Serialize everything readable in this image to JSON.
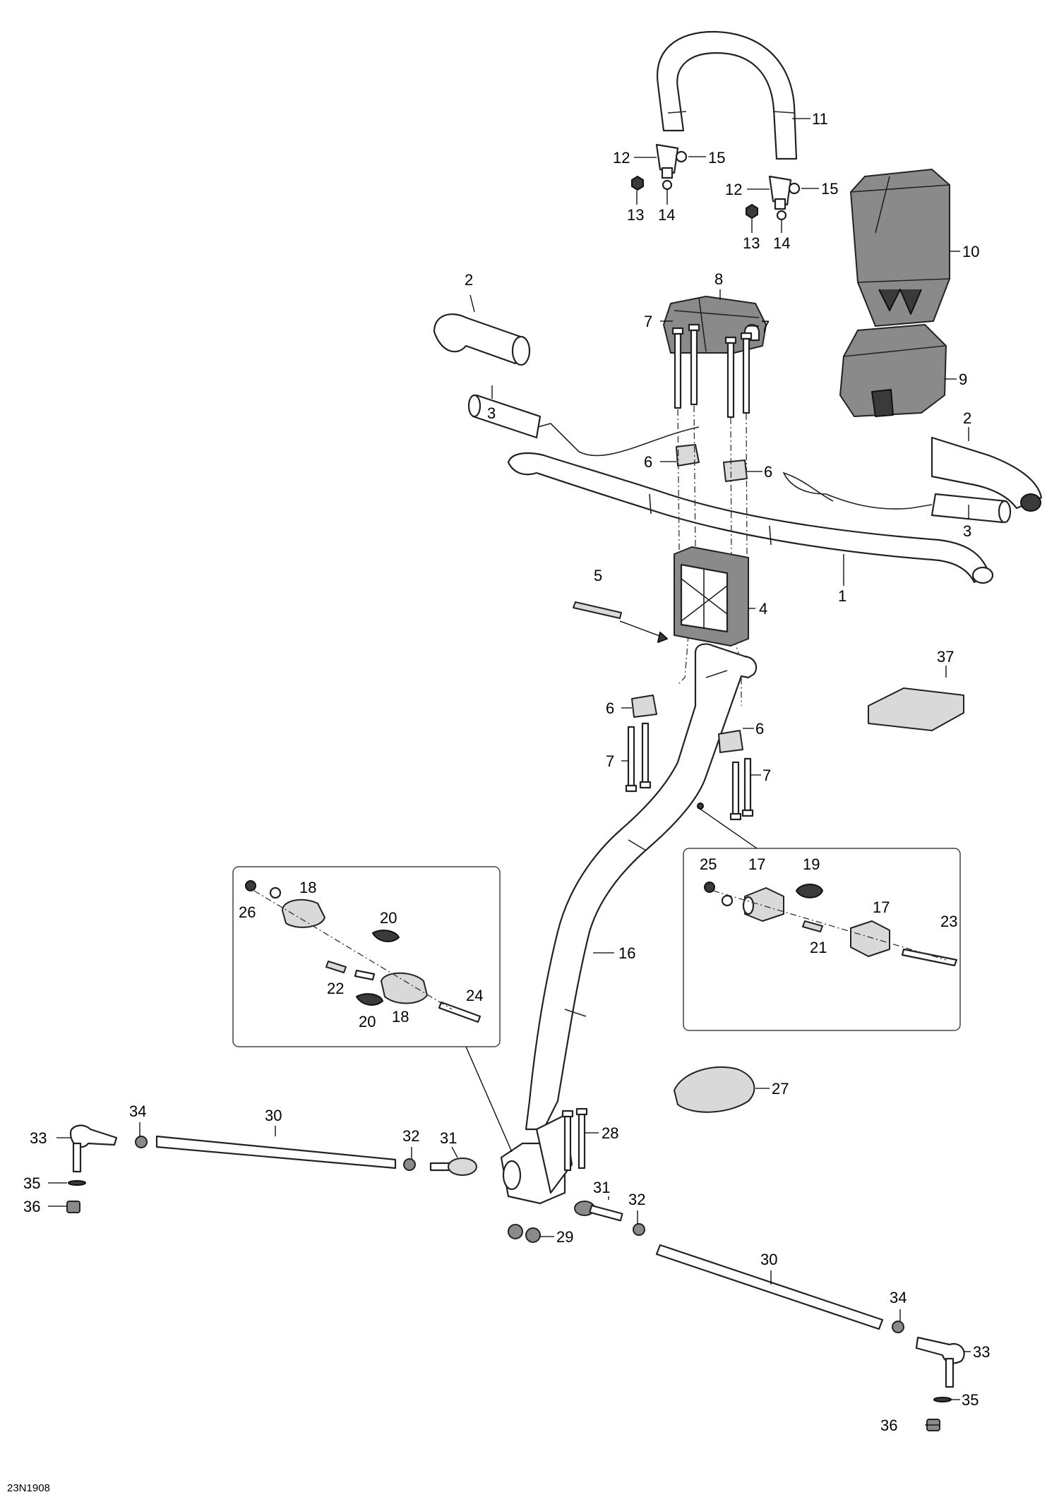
{
  "figure": {
    "reference_code": "23N1908"
  },
  "callouts": {
    "c1": "1",
    "c2a": "2",
    "c2b": "2",
    "c3a": "3",
    "c3b": "3",
    "c4": "4",
    "c5": "5",
    "c6a": "6",
    "c6b": "6",
    "c6c": "6",
    "c6d": "6",
    "c7a": "7",
    "c7b": "7",
    "c7c": "7",
    "c7d": "7",
    "c8": "8",
    "c9": "9",
    "c10": "10",
    "c11": "11",
    "c12a": "12",
    "c12b": "12",
    "c13a": "13",
    "c13b": "13",
    "c14a": "14",
    "c14b": "14",
    "c15a": "15",
    "c15b": "15",
    "c16": "16",
    "c17a": "17",
    "c17b": "17",
    "c18a": "18",
    "c18b": "18",
    "c19": "19",
    "c20a": "20",
    "c20b": "20",
    "c21": "21",
    "c22": "22",
    "c23": "23",
    "c24": "24",
    "c25": "25",
    "c26": "26",
    "c27": "27",
    "c28": "28",
    "c29": "29",
    "c30a": "30",
    "c30b": "30",
    "c31a": "31",
    "c31b": "31",
    "c32a": "32",
    "c32b": "32",
    "c33a": "33",
    "c33b": "33",
    "c34a": "34",
    "c34b": "34",
    "c35a": "35",
    "c35b": "35",
    "c36a": "36",
    "c36b": "36",
    "c37": "37"
  }
}
